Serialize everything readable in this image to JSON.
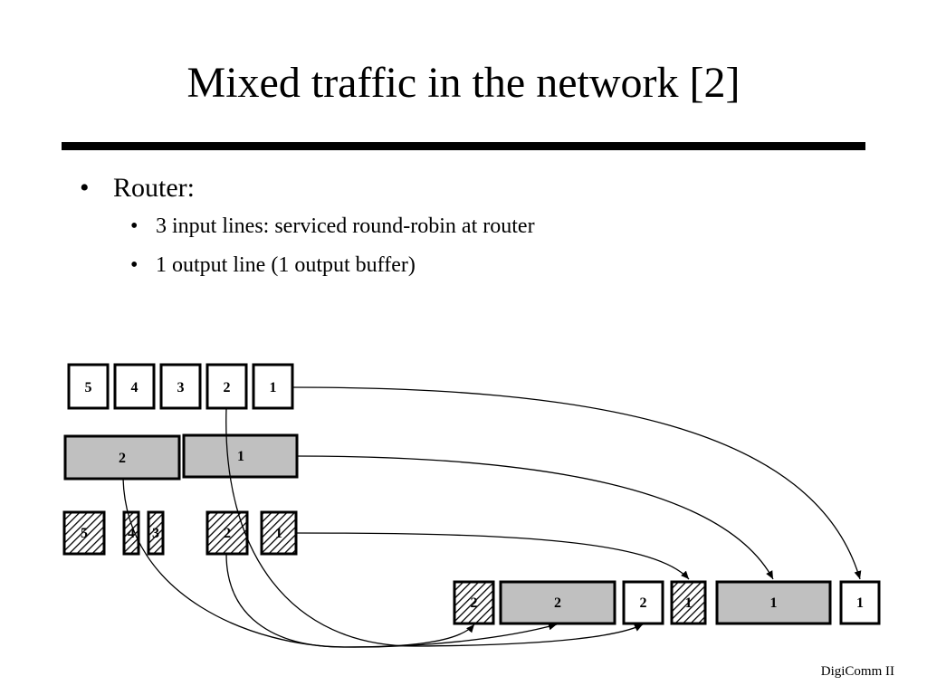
{
  "slide": {
    "title": "Mixed traffic in the network [2]",
    "footer": "DigiComm II"
  },
  "bullets": [
    {
      "text": "Router:",
      "subitems": [
        "3 input lines: serviced round-robin at router",
        "1 output line (1 output buffer)"
      ]
    }
  ],
  "diagram": {
    "colors": {
      "packet_fill_plain": "#ffffff",
      "packet_fill_grey": "#c0c0c0",
      "packet_hatch": "#000000",
      "line": "#000000"
    },
    "input_lines": [
      {
        "line": "top",
        "style": "plain",
        "packets": [
          "5",
          "4",
          "3",
          "2",
          "1"
        ]
      },
      {
        "line": "middle",
        "style": "grey",
        "packets": [
          "2",
          "1"
        ]
      },
      {
        "line": "bottom",
        "style": "hatched",
        "packets": [
          "5",
          "4",
          "3",
          "2",
          "1"
        ]
      }
    ],
    "output_buffer": [
      {
        "style": "hatched",
        "label": "2"
      },
      {
        "style": "grey",
        "label": "2"
      },
      {
        "style": "plain",
        "label": "2"
      },
      {
        "style": "hatched",
        "label": "1"
      },
      {
        "style": "grey",
        "label": "1"
      },
      {
        "style": "plain",
        "label": "1"
      }
    ]
  }
}
